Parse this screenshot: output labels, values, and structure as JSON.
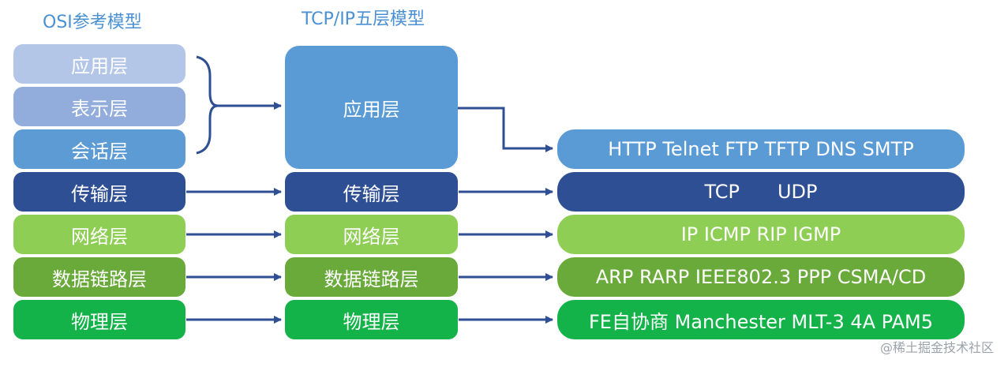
{
  "titles": {
    "osi": "OSI参考模型",
    "tcpip": "TCP/IP五层模型"
  },
  "osi_layers": [
    "应用层",
    "表示层",
    "会话层",
    "传输层",
    "网络层",
    "数据链路层",
    "物理层"
  ],
  "tcpip_layers": [
    "应用层",
    "传输层",
    "网络层",
    "数据链路层",
    "物理层"
  ],
  "protocols": {
    "application": "HTTP Telnet FTP TFTP DNS SMTP",
    "transport_tcp": "TCP",
    "transport_udp": "UDP",
    "network": "IP ICMP RIP IGMP",
    "datalink": "ARP RARP IEEE802.3 PPP CSMA/CD",
    "physical": "FE自协商 Manchester MLT-3 4A PAM5"
  },
  "colors": {
    "osi_application": "#b4c6e8",
    "osi_presentation": "#92acdc",
    "osi_session": "#5d9bd5",
    "tcpip_application": "#5b9bd5",
    "transport": "#2e4f93",
    "network": "#8fce55",
    "datalink": "#6aaa3b",
    "physical": "#13b34a",
    "arrow": "#2e4f93",
    "title": "#4a90d2"
  },
  "watermark": "@稀土掘金技术社区"
}
